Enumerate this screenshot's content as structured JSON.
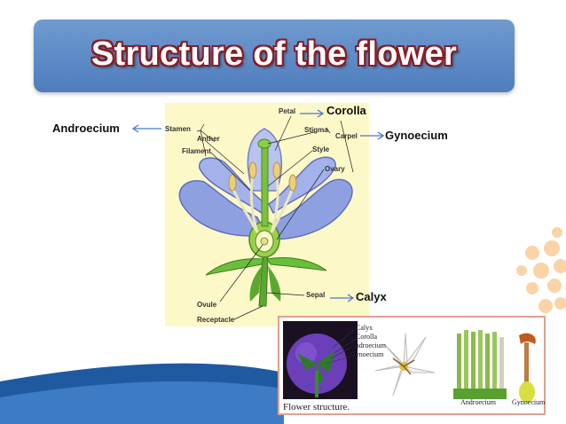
{
  "title": "Structure of the flower",
  "colors": {
    "title_bar": "#5b88c5",
    "title_text": "#ffffff",
    "title_outline": "#8a1c24",
    "arrow": "#4a78c8",
    "petal": "#8fa0e0",
    "wave": "#1f5aa0",
    "dots": "#f6b060"
  },
  "diagram": {
    "labels": {
      "petal": "Petal",
      "stamen": "Stamen",
      "anther": "Anther",
      "filament": "Filament",
      "stigma": "Stigma",
      "carpel": "Carpel",
      "style": "Style",
      "ovary": "Ovary",
      "sepal": "Sepal",
      "ovule": "Ovule",
      "receptacle": "Receptacle"
    }
  },
  "groups": {
    "androecium": "Androecium",
    "corolla": "Corolla",
    "gynoecium": "Gynoecium",
    "calyx": "Calyx"
  },
  "photo_panel": {
    "labels": {
      "calyx": "Calyx",
      "corolla": "Corolla",
      "androecium": "Androecium",
      "gynoecium": "Gynoecium"
    },
    "bottom_androecium": "Androecium",
    "bottom_gynoecium": "Gynoecium",
    "caption": "Flower structure."
  }
}
